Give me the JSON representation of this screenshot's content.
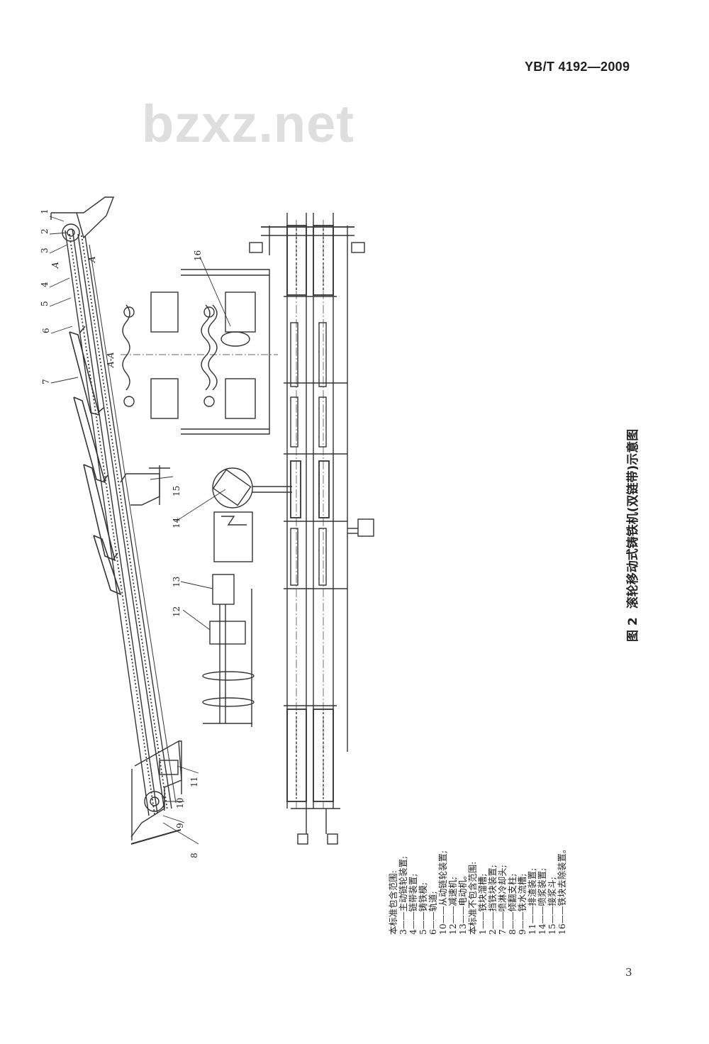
{
  "header": {
    "standard_code": "YB/T 4192—2009"
  },
  "watermark": {
    "text": "bzxz.net"
  },
  "figure": {
    "caption_number": "图 2",
    "caption_title": "滚轮移动式铸铁机(双链带)示意图",
    "section_label": "A-A",
    "section_arrow_labels": [
      "A",
      "A"
    ],
    "callouts": [
      "1",
      "2",
      "3",
      "4",
      "5",
      "6",
      "7",
      "8",
      "9",
      "10",
      "11",
      "12",
      "13",
      "14",
      "15",
      "16"
    ]
  },
  "legend": {
    "lines": [
      "本标准包含范围:",
      "3——主动链轮装置;",
      "4——链带装置;",
      "5——铸铁模;",
      "6——轨道;",
      "10——从动链轮装置;",
      "12——减速机;",
      "13——电动机。",
      "本标准不包含范围:",
      "1——铁块溜槽;",
      "2——挡铁块装置;",
      "7——喷淋冷却头;",
      "8——倾翻支柱;",
      "9——铁水流槽;",
      "11——排渣装置;",
      "14——喷浆装置;",
      "15——接浆斗;",
      "16——铁块去除装置。"
    ]
  },
  "page": {
    "number": "3"
  }
}
